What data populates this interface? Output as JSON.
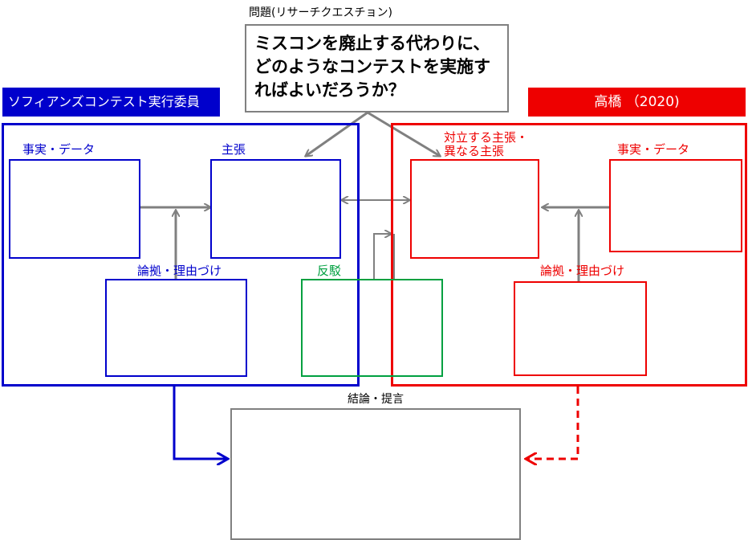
{
  "question": {
    "label": "問題(リサーチクエスチョン)",
    "text": "ミスコンを廃止する代わりに、どのようなコンテストを実施すればよいだろうか？"
  },
  "left_side": {
    "title": "ソフィアンズコンテスト実行委員",
    "facts_label": "事実・データ",
    "claim_label": "主張",
    "reasoning_label": "論拠・理由づけ"
  },
  "rebuttal": {
    "label": "反駁"
  },
  "right_side": {
    "title": "高橋 （2020)",
    "counter_claim_label_line1": "対立する主張・",
    "counter_claim_label_line2": "異なる主張",
    "facts_label": "事実・データ",
    "reasoning_label": "論拠・理由づけ"
  },
  "conclusion": {
    "label": "結論・提言"
  },
  "colors": {
    "blue": "#0000cc",
    "red": "#ee0000",
    "green": "#00a040",
    "gray": "#808080",
    "dark": "#000000"
  }
}
